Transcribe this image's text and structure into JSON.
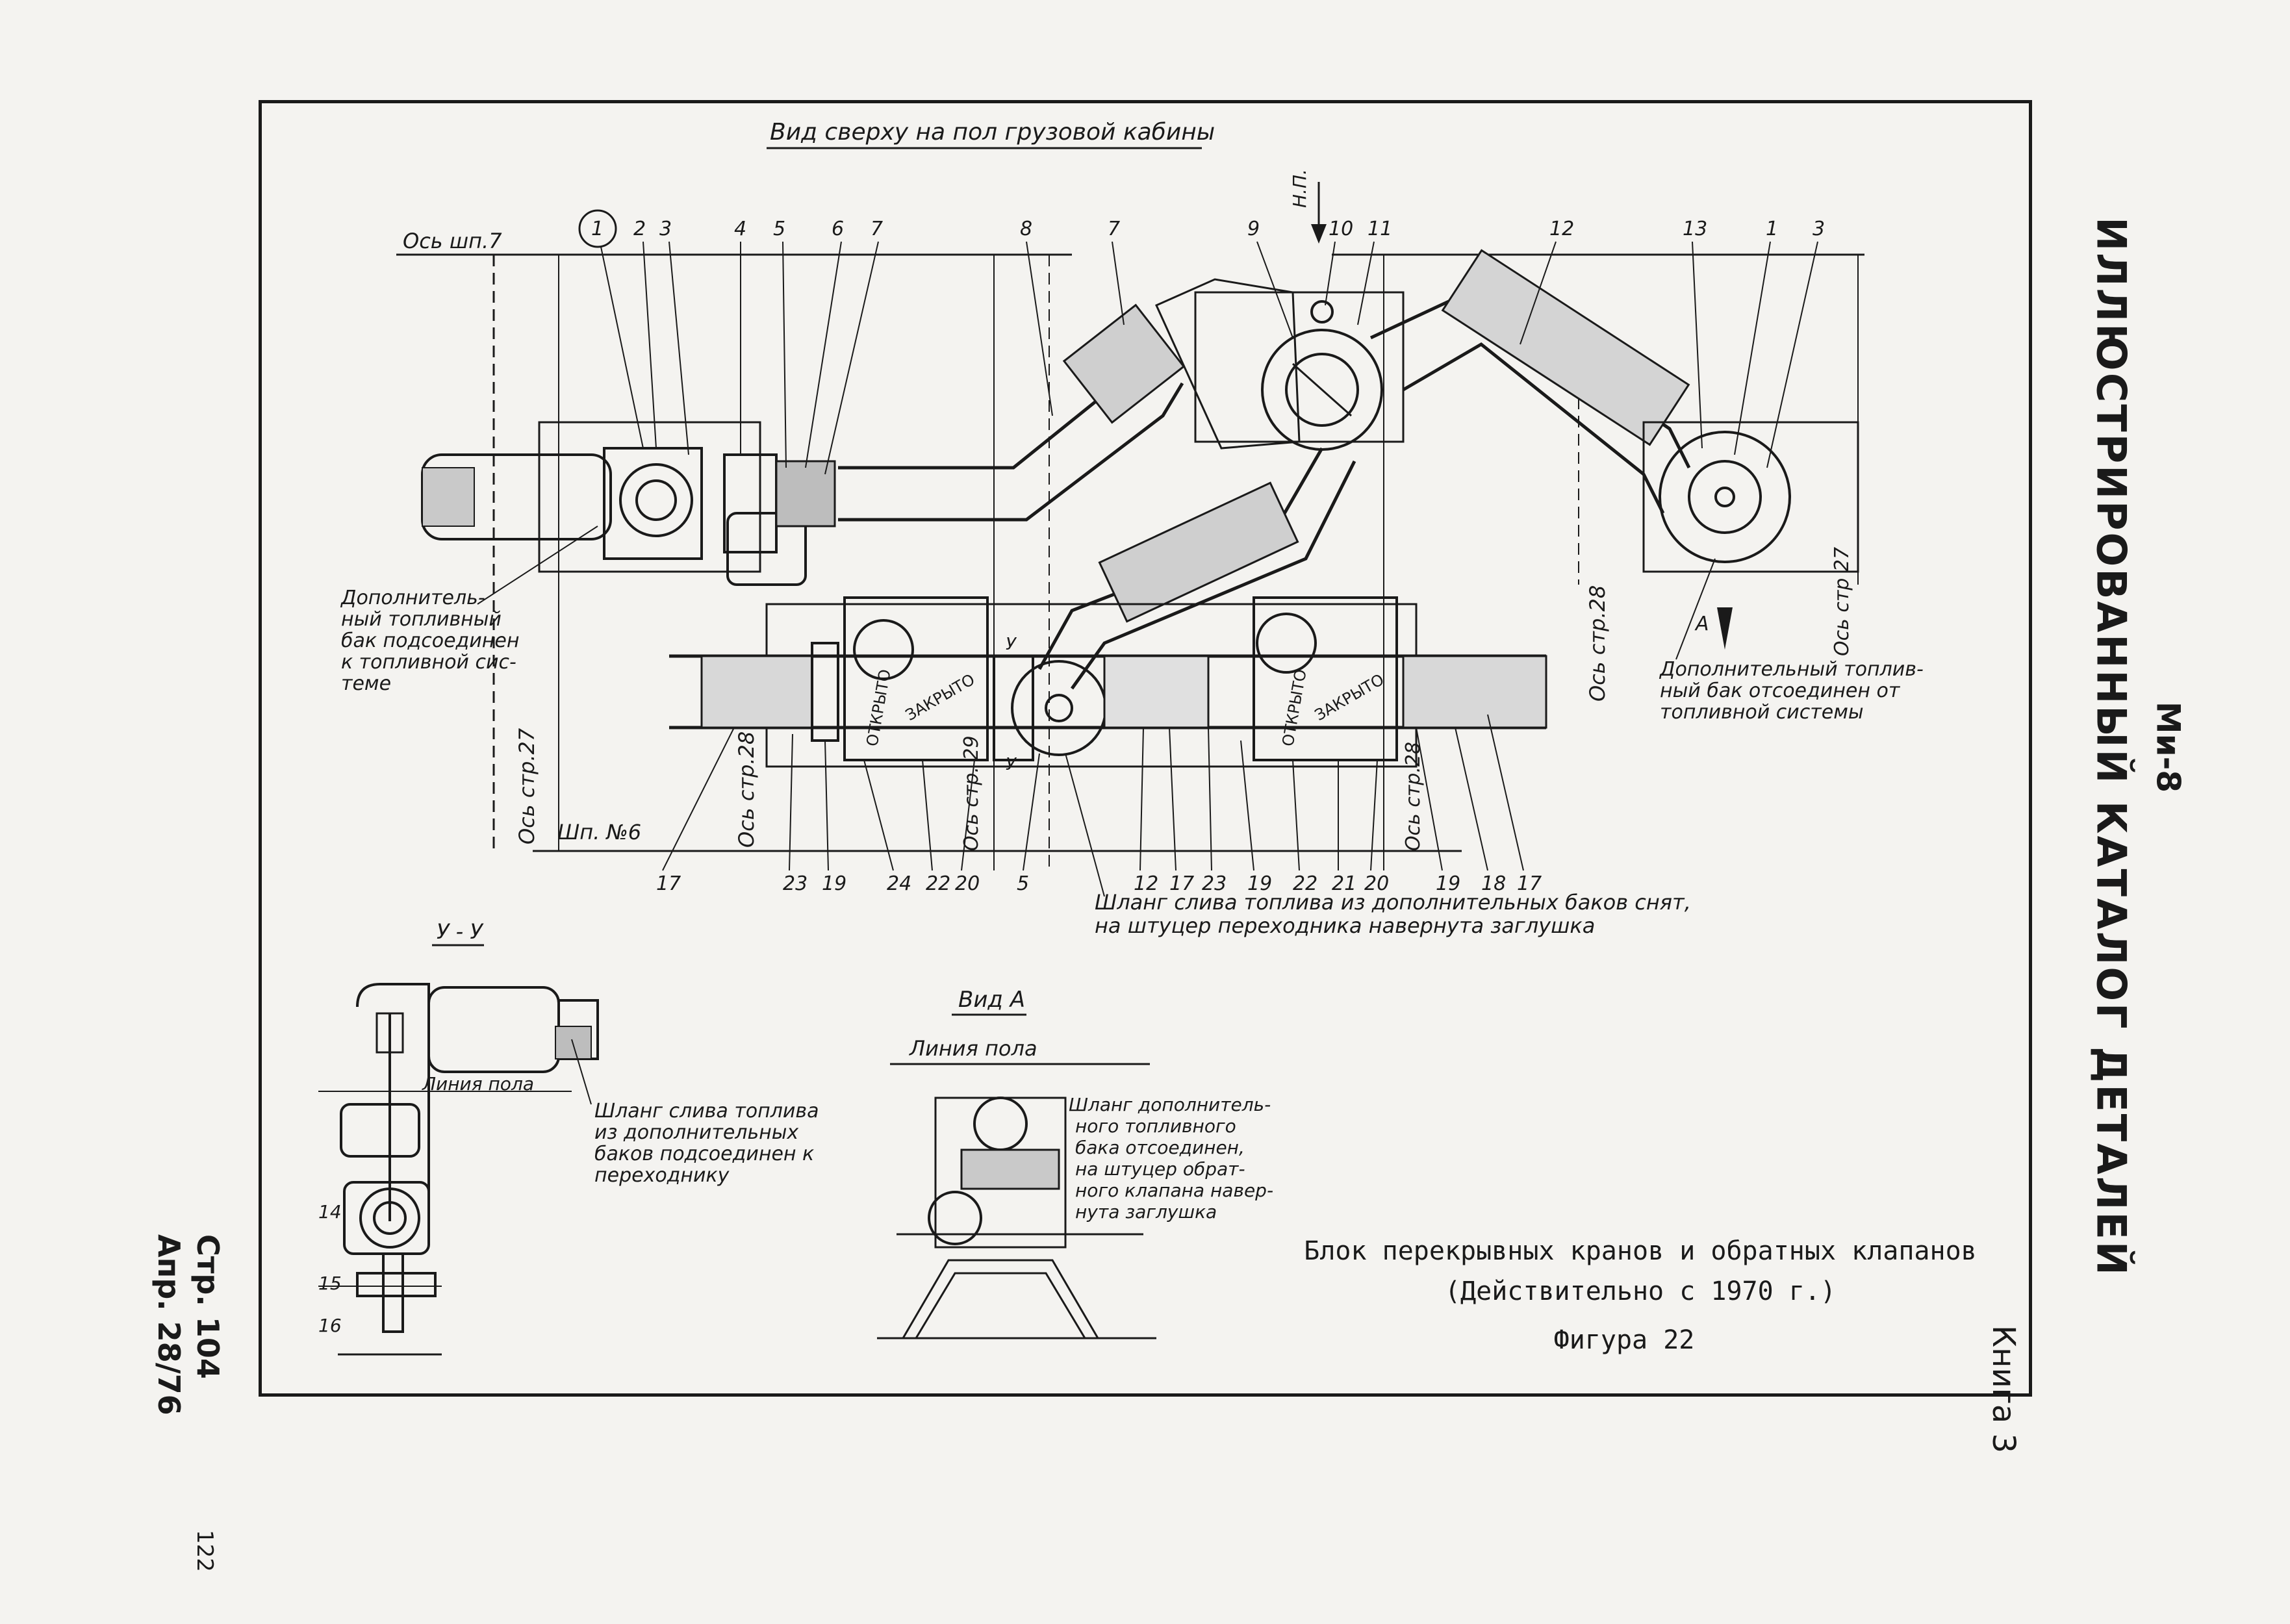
{
  "header": {
    "model": "Ми-8",
    "catalog": "ИЛЛЮСТРИРОВАННЫЙ КАТАЛОГ ДЕТАЛЕЙ",
    "book": "Книга 3"
  },
  "footer": {
    "page": "Стр. 104",
    "date": "Апр. 28/76",
    "page_number": "122"
  },
  "caption": {
    "line1": "Блок перекрывных кранов и обратных клапанов",
    "line2": "(Действительно с 1970 г.)",
    "figure": "Фигура 22"
  },
  "views": {
    "top_view": "Вид сверху на пол грузовой кабины",
    "section": "У - У",
    "view_a": "Вид А",
    "floor_line": "Линия пола"
  },
  "axes": {
    "frame7": "Ось шп.7",
    "frame6": "Шп. №6",
    "str27": "Ось стр.27",
    "str28": "Ось стр.28",
    "str29": "Ось стр. 29",
    "str28r": "Ось стр.28",
    "str27r": "Ось стр 27",
    "str28b": "Ось стр.28",
    "np": "Н.П.",
    "arrow_a": "А",
    "y": "У"
  },
  "valves": {
    "open": "ОТКРЫТО",
    "closed": "ЗАКРЫТО"
  },
  "notes": {
    "tank_connected": [
      "Дополнитель-",
      "ный топливный",
      "бак подсоединен",
      "к топливной сис-",
      "теме"
    ],
    "tank_disconnected": [
      "Дополнительный топлив-",
      "ный бак отсоединен от",
      "топливной системы"
    ],
    "drain_removed": [
      "Шланг слива топлива из дополнительных баков снят,",
      "на штуцер переходника навернута заглушка"
    ],
    "drain_connected": [
      "Шланг слива топлива",
      "из дополнительных",
      "баков подсоединен к",
      "переходнику"
    ],
    "hose_disconnected": [
      "Шланг дополнитель-",
      "ного топливного",
      "бака отсоединен,",
      "на штуцер обрат-",
      "ного клапана навер-",
      "нута заглушка"
    ]
  },
  "callouts": {
    "top": [
      "1",
      "2",
      "3",
      "4",
      "5",
      "6",
      "7",
      "8",
      "7",
      "9",
      "10",
      "11",
      "12",
      "13",
      "1",
      "3"
    ],
    "bottom": [
      "17",
      "23",
      "19",
      "24",
      "22",
      "20",
      "5",
      "12",
      "17",
      "23",
      "19",
      "22",
      "21",
      "20",
      "19",
      "18",
      "17"
    ],
    "section": [
      "14",
      "15",
      "16"
    ]
  }
}
